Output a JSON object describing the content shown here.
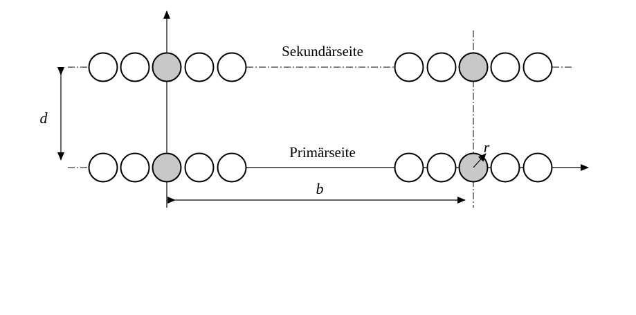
{
  "diagram": {
    "labels": {
      "secondary_side": "Sekundärseite",
      "primary_side": "Primärseite",
      "distance_d": "d",
      "distance_b": "b",
      "radius_r": "r"
    },
    "colors": {
      "conductor_fill": "#ffffff",
      "highlighted_conductor_fill": "#c8c8c8",
      "stroke": "#000000"
    }
  }
}
